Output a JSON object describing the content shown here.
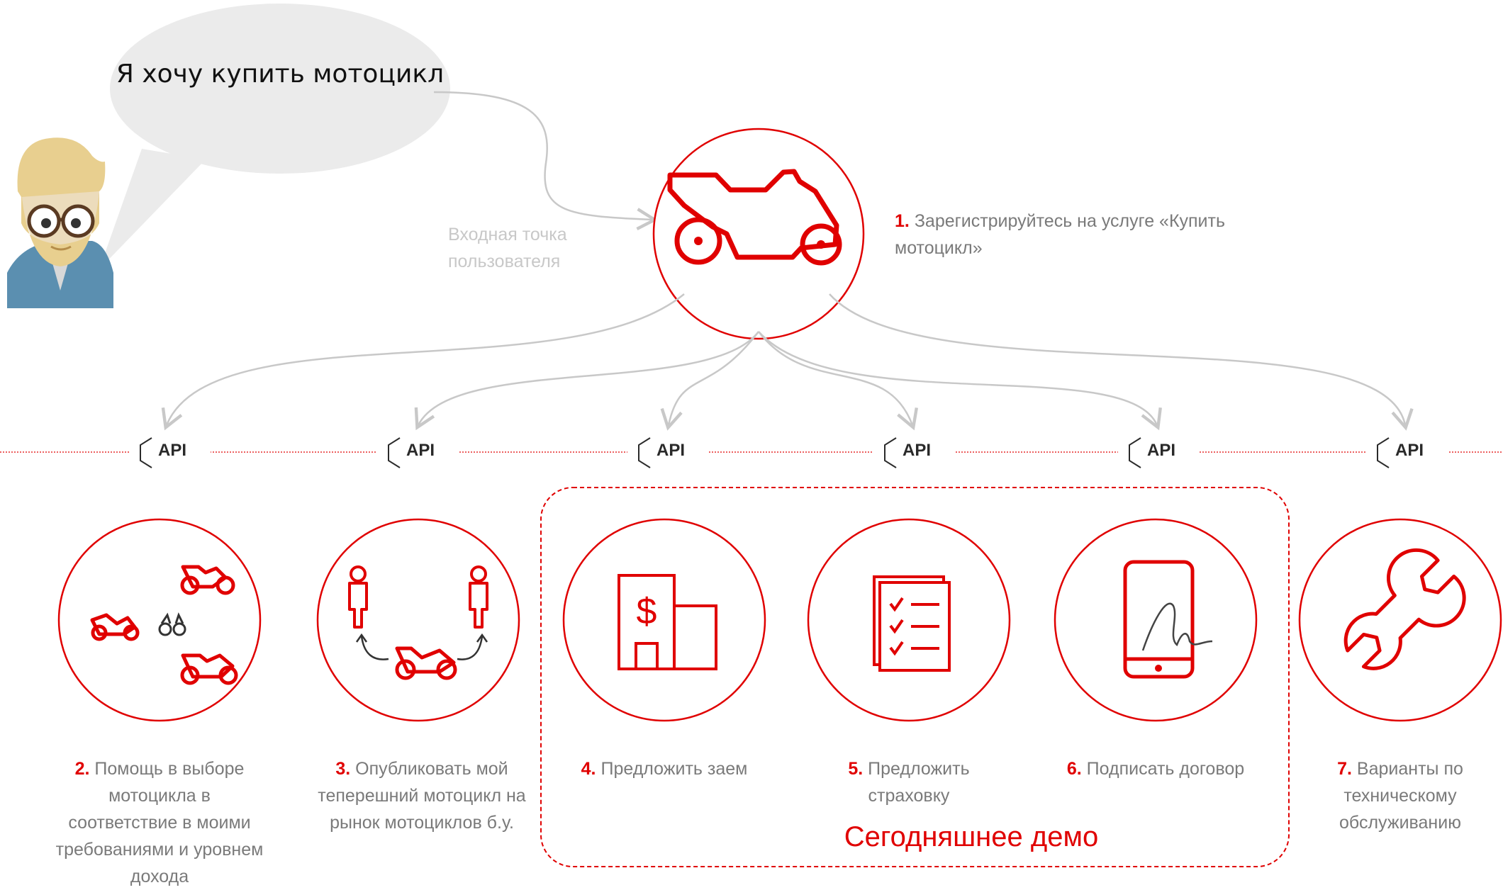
{
  "speech_bubble": {
    "text": "Я хочу купить мотоцикл"
  },
  "entry_point_label": "Входная точка пользователя",
  "api_label": "API",
  "steps": [
    {
      "number": "1.",
      "text": "Зарегистрируйтесь на услуге «Купить мотоцикл»",
      "icon": "motorcycle-icon"
    },
    {
      "number": "2.",
      "text": "Помощь в выборе мотоцикла в соответствие в моими требованиями и уровнем дохода",
      "icon": "motorcycle-choice-icon"
    },
    {
      "number": "3.",
      "text": "Опубликовать мой теперешний мотоцикл на рынок мотоциклов б.у.",
      "icon": "resale-icon"
    },
    {
      "number": "4.",
      "text": "Предложить заем",
      "icon": "bank-icon"
    },
    {
      "number": "5.",
      "text": "Предложить страховку",
      "icon": "checklist-icon"
    },
    {
      "number": "6.",
      "text": "Подписать договор",
      "icon": "phone-signature-icon"
    },
    {
      "number": "7.",
      "text": "Варианты по техническому обслуживанию",
      "icon": "wrench-icon"
    }
  ],
  "demo_label": "Сегодняшнее демо",
  "colors": {
    "accent": "#e00000",
    "connector": "#c8c8c8",
    "text": "#7a7a7a",
    "hair": "#e8cf8f",
    "shirt": "#5b8fb0"
  }
}
